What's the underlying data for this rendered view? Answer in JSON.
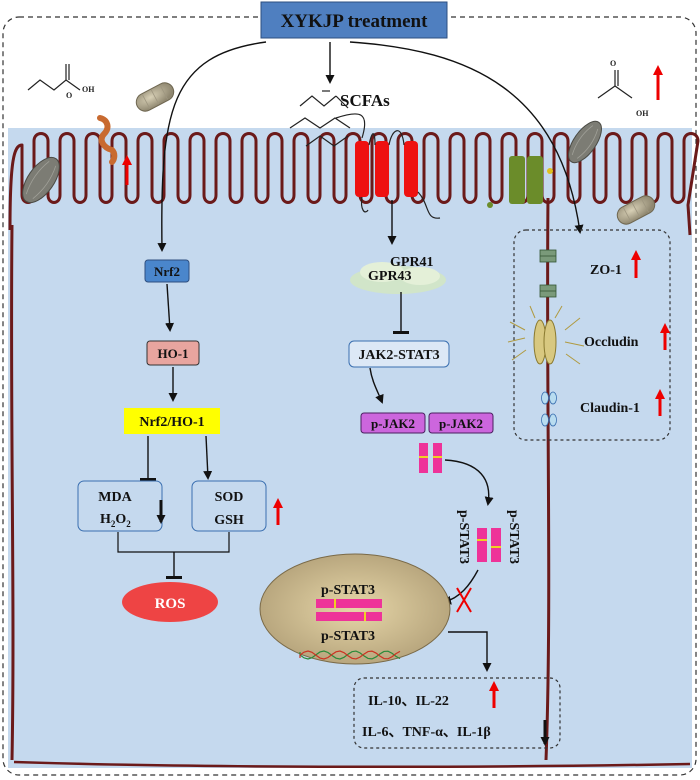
{
  "header": {
    "title": "XYKJP treatment"
  },
  "lumen": {
    "scfa_label": "SCFAs",
    "acid_oh_label": "OH",
    "acid_o_label": "O"
  },
  "receptors": {
    "gpr41": "GPR41",
    "gpr43": "GPR43"
  },
  "pathway": {
    "jak_stat": "JAK2-STAT3",
    "pjak_left": "p-JAK2",
    "pjak_right": "p-JAK2",
    "pstat_left": "p-STAT3",
    "pstat_right": "p-STAT3",
    "nucleus_top": "p-STAT3",
    "nucleus_bottom": "p-STAT3"
  },
  "cytokines": {
    "up": "IL-10、IL-22",
    "down": "IL-6、TNF-α、IL-1β"
  },
  "nrf2_pathway": {
    "nrf2": "Nrf2",
    "ho1": "HO-1",
    "complex": "Nrf2/HO-1",
    "mda": "MDA",
    "h2o2_main": "H",
    "h2o2_sub1": "2",
    "h2o2_mid": "O",
    "h2o2_sub2": "2",
    "sod": "SOD",
    "gsh": "GSH",
    "ros": "ROS"
  },
  "tight_junction": {
    "zo1": "ZO-1",
    "occludin": "Occludin",
    "claudin": "Claudin-1"
  },
  "colors": {
    "cell": "#c5d9ee",
    "membrane": "#6b1a1a",
    "header_box": "#4f7fc0",
    "nrf2_box": "#4a86cc",
    "ho1_box": "#e8a59f",
    "complex_box": "#ffff00",
    "pjak_box": "#cc66dd",
    "ros": "#ee4444",
    "receptor": "#ee1111",
    "stat": "#ee3399",
    "up_arrow": "#ee0000"
  }
}
